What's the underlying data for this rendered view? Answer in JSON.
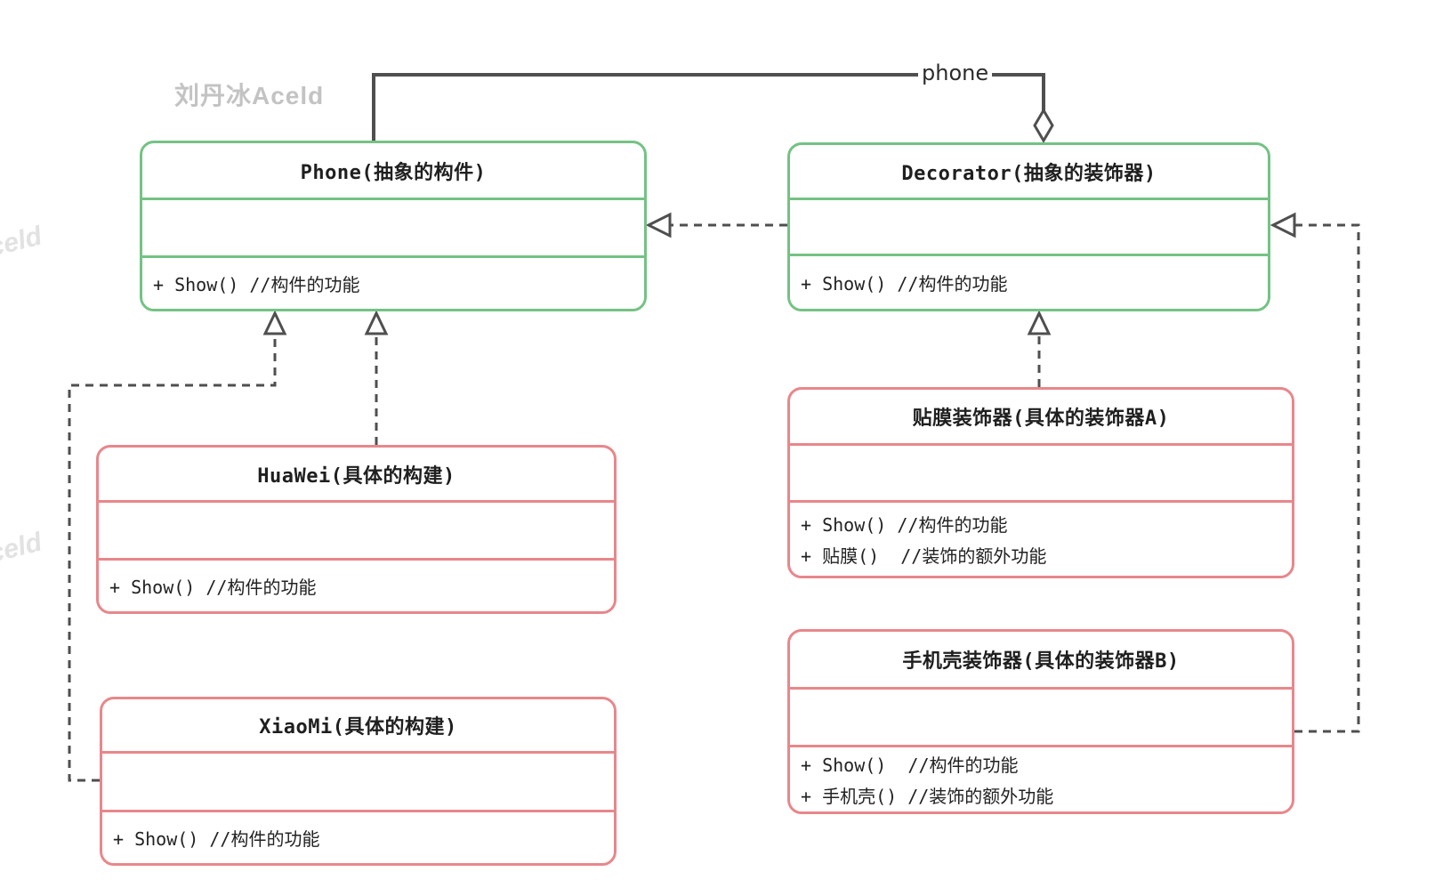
{
  "watermark": {
    "main": "刘丹冰Aceld",
    "side": "Aceld"
  },
  "colors": {
    "abstract_border": "#74c284",
    "concrete_border": "#e8878b",
    "connector": "#4f4f4f",
    "watermark_main": "#c3c3c3"
  },
  "connectors": {
    "aggregation_label": "phone"
  },
  "classes": [
    {
      "id": "phone",
      "role": "abstract-component",
      "title": "Phone(抽象的构件)",
      "methods": [
        "+ Show() //构件的功能"
      ]
    },
    {
      "id": "decorator",
      "role": "abstract-decorator",
      "title": "Decorator(抽象的装饰器)",
      "methods": [
        "+ Show() //构件的功能"
      ]
    },
    {
      "id": "huawei",
      "role": "concrete-component",
      "title": "HuaWei(具体的构建)",
      "methods": [
        "+ Show() //构件的功能"
      ]
    },
    {
      "id": "xiaomi",
      "role": "concrete-component",
      "title": "XiaoMi(具体的构建)",
      "methods": [
        "+ Show() //构件的功能"
      ]
    },
    {
      "id": "film-decorator",
      "role": "concrete-decorator-a",
      "title": "贴膜装饰器(具体的装饰器A)",
      "methods": [
        "+ Show() //构件的功能",
        "+ 贴膜()  //装饰的额外功能"
      ]
    },
    {
      "id": "case-decorator",
      "role": "concrete-decorator-b",
      "title": "手机壳装饰器(具体的装饰器B)",
      "methods": [
        "+ Show()  //构件的功能",
        "+ 手机壳() //装饰的额外功能"
      ]
    }
  ]
}
